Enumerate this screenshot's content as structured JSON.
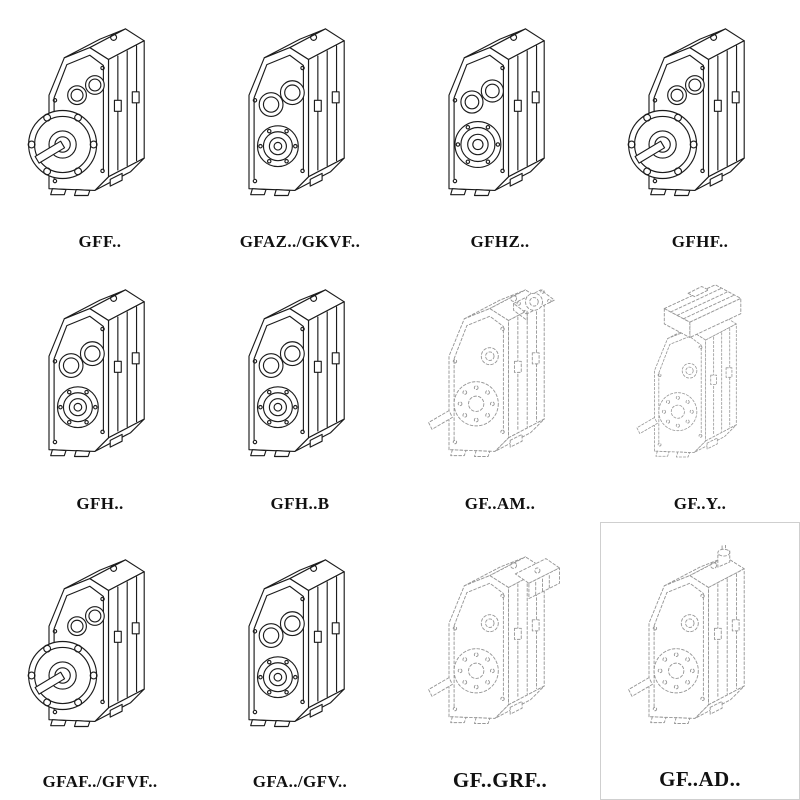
{
  "colors": {
    "background": "#ffffff",
    "solid_line": "#1c1c1c",
    "dashed_line": "#979797",
    "label_text": "#111111",
    "box_border": "#cfcfcf"
  },
  "grid": {
    "rows": 3,
    "columns": 4,
    "items": [
      {
        "label": "GFF..",
        "symbol": "#gb-flange",
        "drawing": "isometric-gearbox-flange-output",
        "line_style": "solid"
      },
      {
        "label": "GFAZ../GKVF..",
        "symbol": "#gb-twin",
        "drawing": "isometric-gearbox-bearing-face",
        "line_style": "solid"
      },
      {
        "label": "GFHZ..",
        "symbol": "#gb-hollow",
        "drawing": "isometric-gearbox-hollow-shaft",
        "line_style": "solid"
      },
      {
        "label": "GFHF..",
        "symbol": "#gb-flange",
        "drawing": "isometric-gearbox-flange-output",
        "line_style": "solid"
      },
      {
        "label": "GFH..",
        "symbol": "#gb-twin",
        "drawing": "isometric-gearbox-bearing-face",
        "line_style": "solid"
      },
      {
        "label": "GFH..B",
        "symbol": "#gb-twin",
        "drawing": "isometric-gearbox-bearing-face",
        "line_style": "solid"
      },
      {
        "label": "GF..AM..",
        "symbol": "#gb-am",
        "drawing": "isometric-gearbox-iec-adapter",
        "line_style": "dashed"
      },
      {
        "label": "GF..Y..",
        "symbol": "#gb-y",
        "drawing": "isometric-gearbox-with-motor",
        "line_style": "dashed"
      },
      {
        "label": "GFAF../GFVF..",
        "symbol": "#gb-flange",
        "drawing": "isometric-gearbox-flange-output",
        "line_style": "solid"
      },
      {
        "label": "GFA../GFV..",
        "symbol": "#gb-twin",
        "drawing": "isometric-gearbox-bearing-face",
        "line_style": "solid"
      },
      {
        "label": "GF..GRF..",
        "symbol": "#gb-grf",
        "drawing": "isometric-gearbox-finned-block",
        "line_style": "dashed"
      },
      {
        "label": "GF..AD..",
        "symbol": "#gb-ad",
        "drawing": "isometric-gearbox-input-shaft",
        "line_style": "dashed"
      }
    ]
  }
}
